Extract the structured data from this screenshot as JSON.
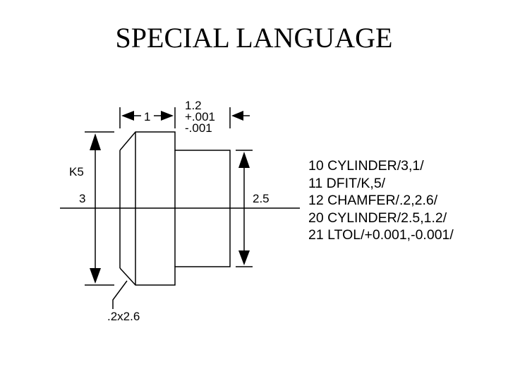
{
  "slide": {
    "title": "SPECIAL LANGUAGE"
  },
  "drawing": {
    "labels": {
      "length_1": "1",
      "length_2": "1.2",
      "tol_plus": "+.001",
      "tol_minus": "-.001",
      "fit": "K5",
      "diameter_1": "3",
      "diameter_2": "2.5",
      "chamfer": ".2x2.6"
    },
    "colors": {
      "line": "#000000",
      "background": "#ffffff"
    }
  },
  "program": {
    "lines": [
      "10 CYLINDER/3,1/",
      "11 DFIT/K,5/",
      "12 CHAMFER/.2,2.6/",
      "20 CYLINDER/2.5,1.2/",
      "21 LTOL/+0.001,-0.001/"
    ]
  }
}
